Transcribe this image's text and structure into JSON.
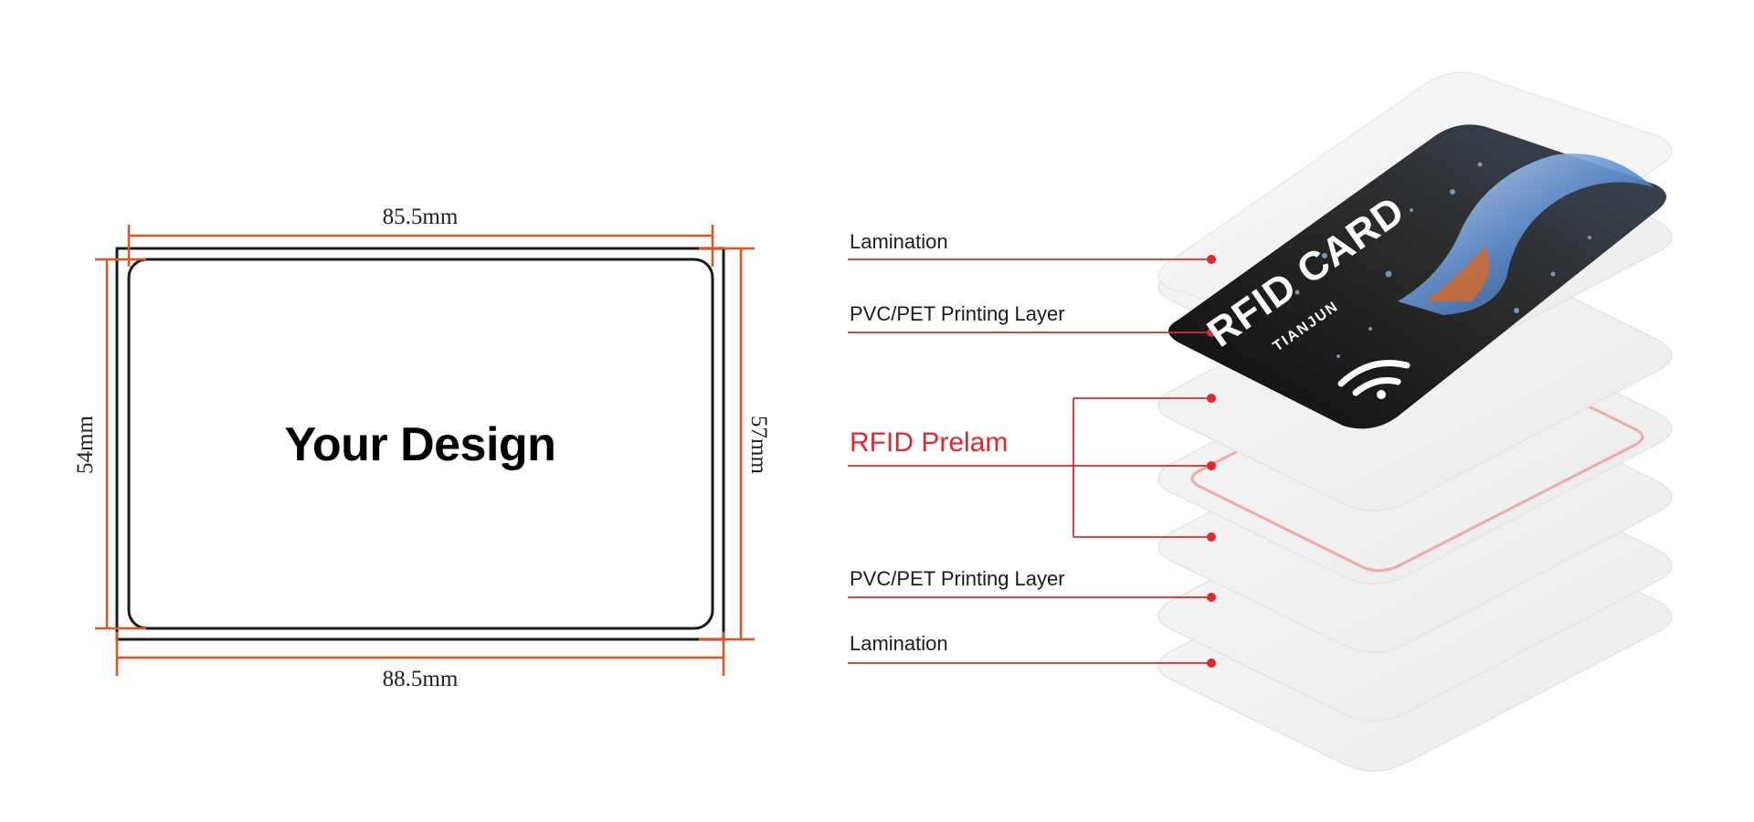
{
  "dimensions": {
    "inner_width": "85.5mm",
    "outer_width": "88.5mm",
    "inner_height": "54mm",
    "outer_height": "57mm"
  },
  "card_front": {
    "placeholder_text": "Your Design"
  },
  "layers": [
    {
      "label": "Lamination"
    },
    {
      "label": "PVC/PET Printing Layer"
    },
    {
      "label": "RFID Prelam"
    },
    {
      "label": "PVC/PET Printing Layer"
    },
    {
      "label": "Lamination"
    }
  ],
  "printed_card": {
    "title": "RFID CARD",
    "brand": "TIANJUN",
    "icon": "wireless-signal-icon"
  },
  "colors": {
    "dimension_line": "#e8501e",
    "leader_line": "#e3262b",
    "accent_text": "#e3262b",
    "card_dark": "#151515"
  }
}
